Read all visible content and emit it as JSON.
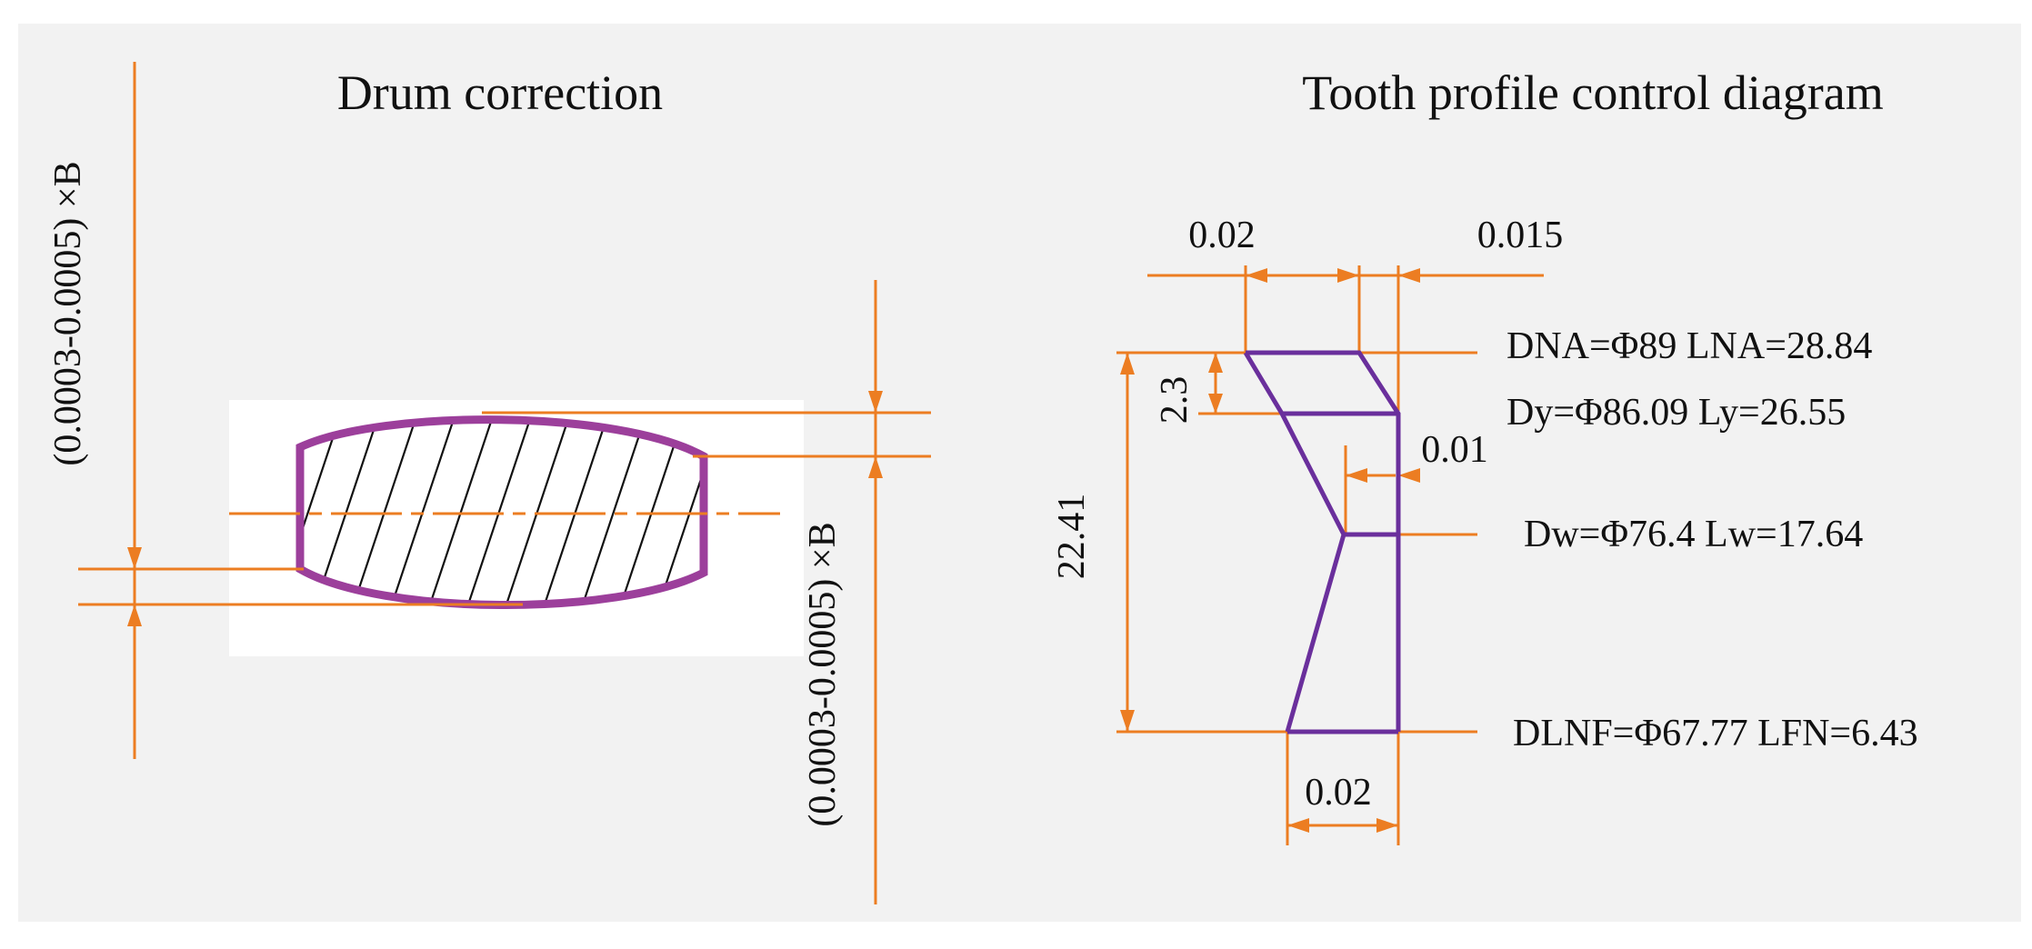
{
  "colors": {
    "background": "#ffffff",
    "panel": "#f2f2f2",
    "dimension_orange": "#ec7d22",
    "drum_outline": "#9c3f9b",
    "profile_purple": "#6a2f9c",
    "text": "#111111"
  },
  "left_panel": {
    "title": "Drum correction",
    "dim_label_left": "(0.0003-0.0005) ×B",
    "dim_label_right": "(0.0003-0.0005) ×B"
  },
  "right_panel": {
    "title": "Tooth profile control diagram",
    "dim_top_left": "0.02",
    "dim_top_right": "0.015",
    "dim_small_vertical": "2.3",
    "dim_total_vertical": "22.41",
    "dim_mid": "0.01",
    "dim_bottom": "0.02",
    "label_dna": "DNA=Φ89  LNA=28.84",
    "label_dy": "Dy=Φ86.09  Ly=26.55",
    "label_dw": "Dw=Φ76.4  Lw=17.64",
    "label_dlnf": "DLNF=Φ67.77  LFN=6.43"
  }
}
